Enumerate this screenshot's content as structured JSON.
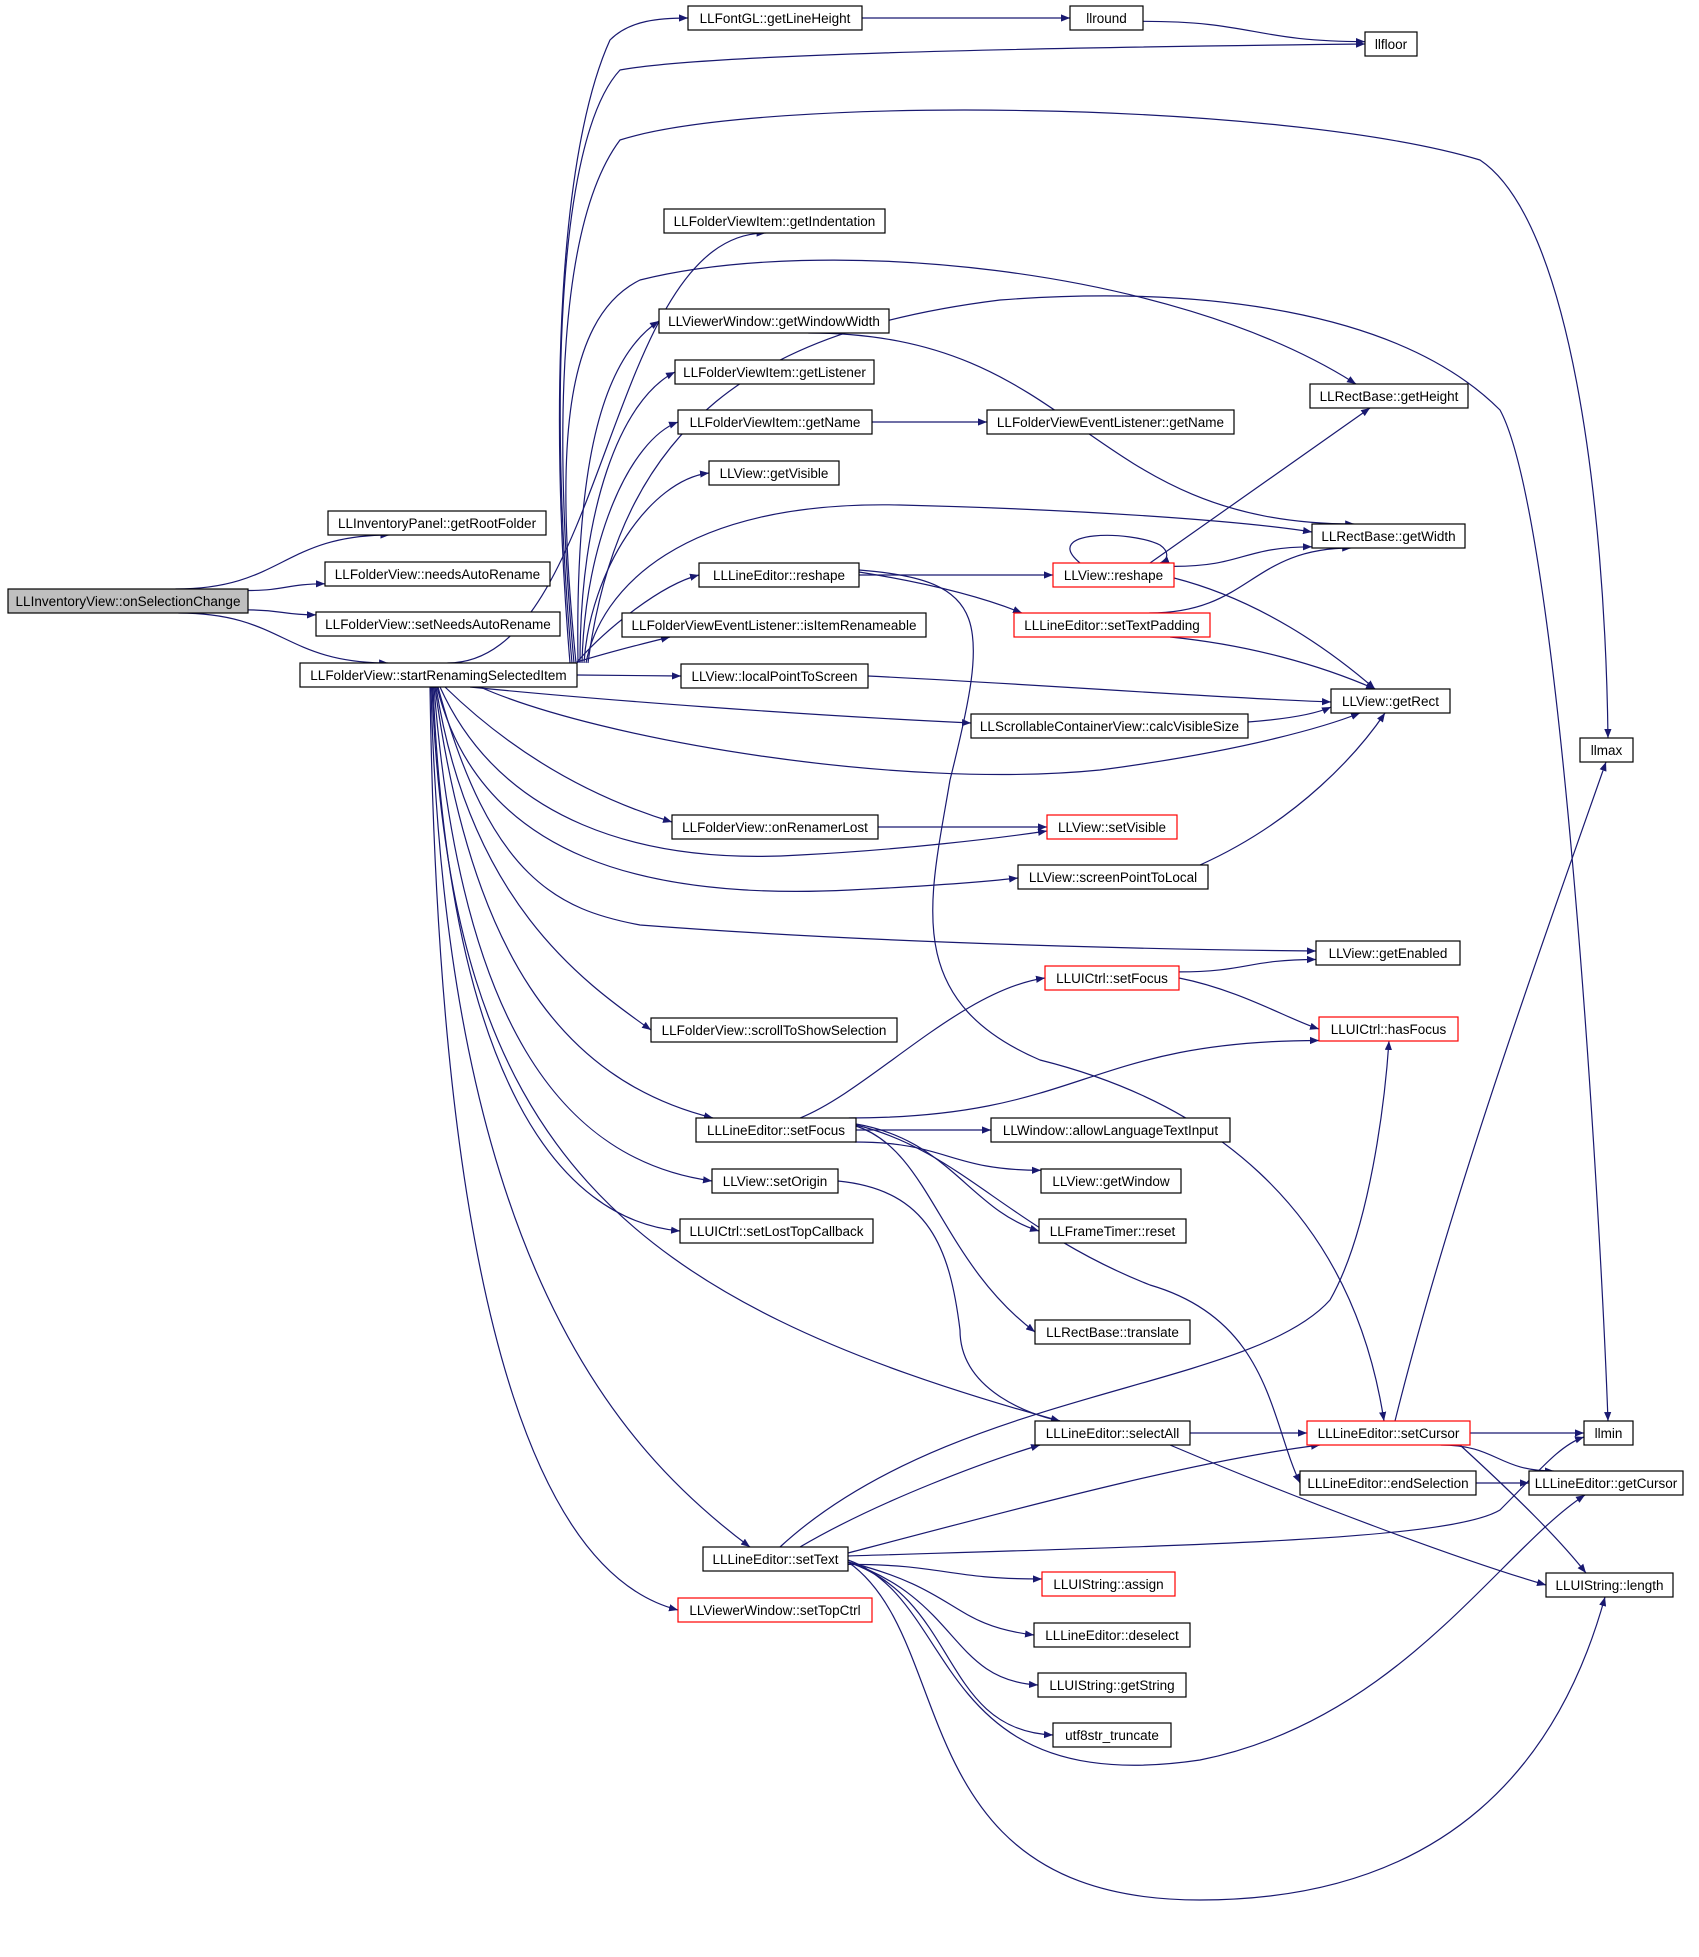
{
  "colors": {
    "edge": "#191970",
    "node_border": "#000000",
    "node_border_truncated": "#ff0000",
    "root_fill": "#bfbfbf",
    "node_fill": "#ffffff",
    "text": "#000000"
  },
  "nodes": [
    {
      "id": "n0",
      "label": "LLInventoryView::onSelectionChange",
      "root": true
    },
    {
      "id": "n1",
      "label": "LLInventoryPanel::getRootFolder"
    },
    {
      "id": "n2",
      "label": "LLFolderView::needsAutoRename"
    },
    {
      "id": "n3",
      "label": "LLFolderView::setNeedsAutoRename"
    },
    {
      "id": "n4",
      "label": "LLFolderView::startRenamingSelectedItem"
    },
    {
      "id": "n5",
      "label": "LLFontGL::getLineHeight"
    },
    {
      "id": "n6",
      "label": "llround"
    },
    {
      "id": "n7",
      "label": "llfloor"
    },
    {
      "id": "n8",
      "label": "LLFolderViewItem::getIndentation"
    },
    {
      "id": "n9",
      "label": "LLViewerWindow::getWindowWidth"
    },
    {
      "id": "n10",
      "label": "LLFolderViewItem::getListener"
    },
    {
      "id": "n11",
      "label": "LLFolderViewItem::getName"
    },
    {
      "id": "n12",
      "label": "LLFolderViewEventListener::getName"
    },
    {
      "id": "n13",
      "label": "LLView::getVisible"
    },
    {
      "id": "n14",
      "label": "LLRectBase::getHeight"
    },
    {
      "id": "n15",
      "label": "LLRectBase::getWidth"
    },
    {
      "id": "n16",
      "label": "LLLineEditor::reshape"
    },
    {
      "id": "n17",
      "label": "LLView::reshape",
      "truncated": true
    },
    {
      "id": "n18",
      "label": "LLFolderViewEventListener::isItemRenameable"
    },
    {
      "id": "n19",
      "label": "LLLineEditor::setTextPadding",
      "truncated": true
    },
    {
      "id": "n20",
      "label": "LLView::localPointToScreen"
    },
    {
      "id": "n21",
      "label": "LLView::getRect"
    },
    {
      "id": "n22",
      "label": "LLScrollableContainerView::calcVisibleSize"
    },
    {
      "id": "n23",
      "label": "llmax"
    },
    {
      "id": "n24",
      "label": "LLFolderView::onRenamerLost"
    },
    {
      "id": "n25",
      "label": "LLView::setVisible",
      "truncated": true
    },
    {
      "id": "n26",
      "label": "LLView::screenPointToLocal"
    },
    {
      "id": "n27",
      "label": "LLView::getEnabled"
    },
    {
      "id": "n28",
      "label": "LLUICtrl::setFocus",
      "truncated": true
    },
    {
      "id": "n29",
      "label": "LLFolderView::scrollToShowSelection"
    },
    {
      "id": "n30",
      "label": "LLUICtrl::hasFocus",
      "truncated": true
    },
    {
      "id": "n31",
      "label": "LLLineEditor::setFocus"
    },
    {
      "id": "n32",
      "label": "LLWindow::allowLanguageTextInput"
    },
    {
      "id": "n33",
      "label": "LLView::setOrigin"
    },
    {
      "id": "n34",
      "label": "LLView::getWindow"
    },
    {
      "id": "n35",
      "label": "LLUICtrl::setLostTopCallback"
    },
    {
      "id": "n36",
      "label": "LLFrameTimer::reset"
    },
    {
      "id": "n37",
      "label": "LLRectBase::translate"
    },
    {
      "id": "n38",
      "label": "LLLineEditor::selectAll"
    },
    {
      "id": "n39",
      "label": "LLLineEditor::setCursor",
      "truncated": true
    },
    {
      "id": "n40",
      "label": "llmin"
    },
    {
      "id": "n41",
      "label": "LLLineEditor::endSelection"
    },
    {
      "id": "n42",
      "label": "LLLineEditor::getCursor"
    },
    {
      "id": "n43",
      "label": "LLLineEditor::setText"
    },
    {
      "id": "n44",
      "label": "LLUIString::length"
    },
    {
      "id": "n45",
      "label": "LLUIString::assign",
      "truncated": true
    },
    {
      "id": "n46",
      "label": "LLViewerWindow::setTopCtrl",
      "truncated": true
    },
    {
      "id": "n47",
      "label": "LLLineEditor::deselect"
    },
    {
      "id": "n48",
      "label": "LLUIString::getString"
    },
    {
      "id": "n49",
      "label": "utf8str_truncate"
    }
  ],
  "edges": [
    [
      "n0",
      "n1"
    ],
    [
      "n0",
      "n2"
    ],
    [
      "n0",
      "n3"
    ],
    [
      "n0",
      "n4"
    ],
    [
      "n4",
      "n5"
    ],
    [
      "n4",
      "n7"
    ],
    [
      "n4",
      "n23"
    ],
    [
      "n4",
      "n8"
    ],
    [
      "n4",
      "n14"
    ],
    [
      "n4",
      "n9"
    ],
    [
      "n4",
      "n10"
    ],
    [
      "n4",
      "n11"
    ],
    [
      "n4",
      "n13"
    ],
    [
      "n4",
      "n15"
    ],
    [
      "n4",
      "n16"
    ],
    [
      "n4",
      "n18"
    ],
    [
      "n4",
      "n20"
    ],
    [
      "n4",
      "n22"
    ],
    [
      "n4",
      "n21"
    ],
    [
      "n4",
      "n24"
    ],
    [
      "n4",
      "n25"
    ],
    [
      "n4",
      "n26"
    ],
    [
      "n4",
      "n27"
    ],
    [
      "n4",
      "n29"
    ],
    [
      "n4",
      "n31"
    ],
    [
      "n4",
      "n33"
    ],
    [
      "n4",
      "n35"
    ],
    [
      "n4",
      "n38"
    ],
    [
      "n4",
      "n43"
    ],
    [
      "n4",
      "n46"
    ],
    [
      "n4",
      "n40"
    ],
    [
      "n5",
      "n6"
    ],
    [
      "n6",
      "n7"
    ],
    [
      "n9",
      "n15"
    ],
    [
      "n11",
      "n12"
    ],
    [
      "n16",
      "n17"
    ],
    [
      "n16",
      "n19"
    ],
    [
      "n16",
      "n39"
    ],
    [
      "n17",
      "n17"
    ],
    [
      "n17",
      "n14"
    ],
    [
      "n17",
      "n15"
    ],
    [
      "n17",
      "n21"
    ],
    [
      "n19",
      "n15"
    ],
    [
      "n19",
      "n21"
    ],
    [
      "n20",
      "n21"
    ],
    [
      "n22",
      "n21"
    ],
    [
      "n24",
      "n25"
    ],
    [
      "n26",
      "n21"
    ],
    [
      "n28",
      "n27"
    ],
    [
      "n28",
      "n30"
    ],
    [
      "n31",
      "n28"
    ],
    [
      "n31",
      "n30"
    ],
    [
      "n31",
      "n32"
    ],
    [
      "n31",
      "n34"
    ],
    [
      "n31",
      "n36"
    ],
    [
      "n31",
      "n37"
    ],
    [
      "n31",
      "n41"
    ],
    [
      "n33",
      "n38"
    ],
    [
      "n38",
      "n39"
    ],
    [
      "n38",
      "n44"
    ],
    [
      "n39",
      "n23"
    ],
    [
      "n39",
      "n40"
    ],
    [
      "n39",
      "n42"
    ],
    [
      "n39",
      "n44"
    ],
    [
      "n41",
      "n42"
    ],
    [
      "n43",
      "n38"
    ],
    [
      "n43",
      "n30"
    ],
    [
      "n43",
      "n39"
    ],
    [
      "n43",
      "n40"
    ],
    [
      "n43",
      "n45"
    ],
    [
      "n43",
      "n47"
    ],
    [
      "n43",
      "n48"
    ],
    [
      "n43",
      "n49"
    ],
    [
      "n43",
      "n42"
    ],
    [
      "n43",
      "n44"
    ]
  ]
}
